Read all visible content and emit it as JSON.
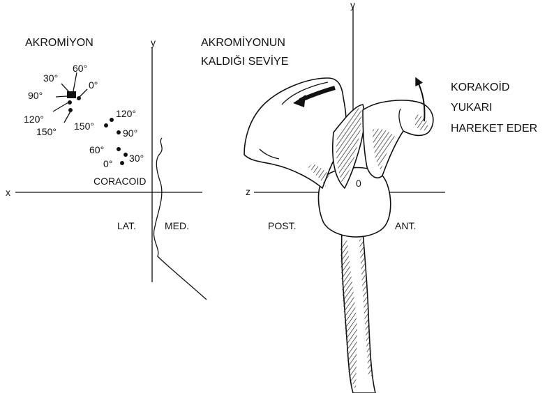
{
  "labels": {
    "akromiyon": "AKROMİYON",
    "akromiyonun": "AKROMİYONUN",
    "kaldigi": "KALDIĞI SEVİYE",
    "korakoid": "KORAKOİD",
    "yukari": "YUKARI",
    "hareket": "HAREKET EDER"
  },
  "left_plot": {
    "y_axis": "y",
    "x_axis": "x",
    "lat": "LAT.",
    "med": "MED.",
    "coracoid": "CORACOID",
    "acromion_angles": [
      "30°",
      "60°",
      "0°",
      "90°",
      "120°",
      "150°"
    ],
    "coracoid_angles": [
      "120°",
      "150°",
      "90°",
      "60°",
      "30°",
      "0°"
    ]
  },
  "right_plot": {
    "y_axis": "y",
    "z_axis": "z",
    "origin": "0",
    "post": "POST.",
    "ant": "ANT."
  }
}
